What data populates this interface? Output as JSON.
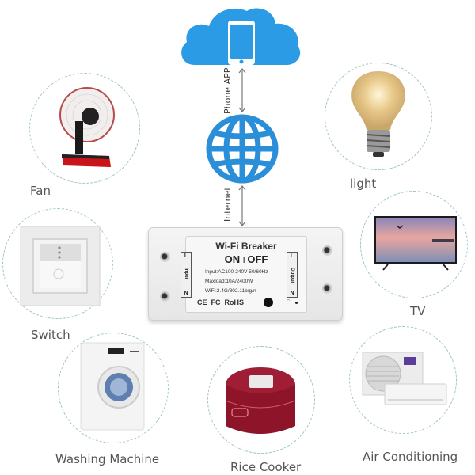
{
  "diagram": {
    "cloud": {
      "color": "#2b9be6",
      "icon": "smartphone-icon"
    },
    "connections": {
      "phone_app_label": "Phone APP",
      "internet_label": "Internet"
    },
    "globe": {
      "color": "#2a8fd8",
      "icon": "globe-icon"
    },
    "breaker": {
      "title": "Wi-Fi Breaker",
      "on_label": "ON",
      "off_label": "OFF",
      "input_spec": "Input:AC100-240V 50/60Hz",
      "maxload_spec": "Maxload:10A/2400W",
      "wifi_spec": "WiFi:2.4G/802.11b/g/n",
      "input_terminal": {
        "label": "Input",
        "l": "L",
        "n": "N"
      },
      "output_terminal": {
        "label": "Output",
        "l": "L",
        "n": "N"
      },
      "certifications": [
        "CE",
        "FC",
        "RoHS"
      ]
    },
    "devices": [
      {
        "label": "Fan",
        "icon": "fan-icon"
      },
      {
        "label": "light",
        "icon": "light-bulb-icon"
      },
      {
        "label": "Switch",
        "icon": "wall-switch-icon"
      },
      {
        "label": "TV",
        "icon": "tv-icon"
      },
      {
        "label": "Washing Machine",
        "icon": "washing-machine-icon"
      },
      {
        "label": "Rice Cooker",
        "icon": "rice-cooker-icon"
      },
      {
        "label": "Air Conditioning",
        "icon": "air-conditioner-icon"
      }
    ],
    "ring_color": "#9ec3c9"
  }
}
